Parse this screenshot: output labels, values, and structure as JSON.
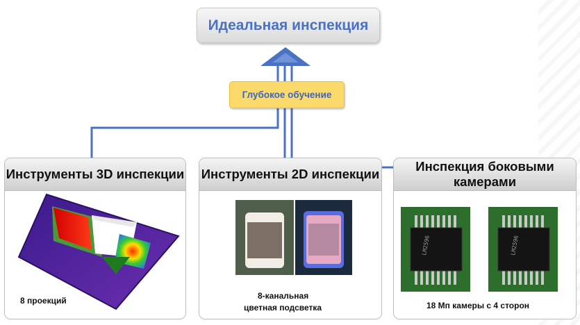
{
  "top": {
    "title": "Идеальная инспекция"
  },
  "badge": {
    "text": "Глубокое обучение"
  },
  "panels": [
    {
      "title": "Инструменты 3D инспекции",
      "caption": "8 проекций"
    },
    {
      "title": "Инструменты 2D инспекции",
      "caption_line1": "8-канальная",
      "caption_line2": "цветная подсветка"
    },
    {
      "title": "Инспекция боковыми камерами",
      "caption": "18 Мп камеры с 4 сторон"
    }
  ],
  "colors": {
    "connector": "#4a72c4",
    "title_text": "#4a72c4",
    "badge_bg": "#fbd96a"
  }
}
